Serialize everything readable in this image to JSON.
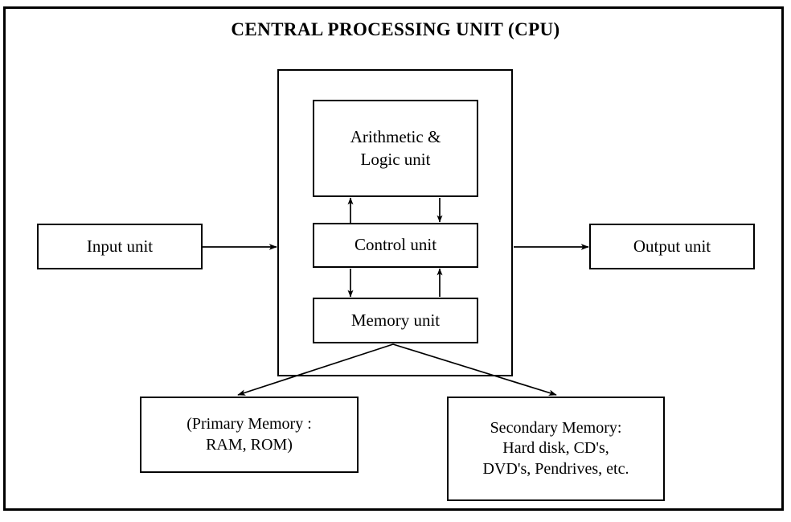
{
  "diagram": {
    "title": "CENTRAL PROCESSING UNIT (CPU)",
    "type": "block-diagram",
    "stroke_color": "#000000",
    "background_color": "#ffffff",
    "nodes": {
      "cpu_container": {
        "label": "",
        "note": "unlabeled inner rectangle grouping ALU, Control unit and Memory unit"
      },
      "alu": {
        "label": "Arithmetic &\nLogic unit"
      },
      "control_unit": {
        "label": "Control unit"
      },
      "memory_unit": {
        "label": "Memory unit"
      },
      "input_unit": {
        "label": "Input unit"
      },
      "output_unit": {
        "label": "Output unit"
      },
      "primary_memory": {
        "label": "(Primary Memory :\nRAM, ROM)"
      },
      "secondary_memory": {
        "label": "Secondary Memory:\nHard disk, CD's,\nDVD's, Pendrives, etc."
      }
    },
    "edges": [
      {
        "name": "input-to-cpu",
        "from": "input_unit",
        "to": "cpu_container",
        "direction": "right",
        "arrowheads": "end"
      },
      {
        "name": "cpu-to-output",
        "from": "cpu_container",
        "to": "output_unit",
        "direction": "right",
        "arrowheads": "end"
      },
      {
        "name": "control-to-alu",
        "from": "control_unit",
        "to": "alu",
        "direction": "up",
        "arrowheads": "end"
      },
      {
        "name": "alu-to-control",
        "from": "alu",
        "to": "control_unit",
        "direction": "down",
        "arrowheads": "end"
      },
      {
        "name": "control-to-memory",
        "from": "control_unit",
        "to": "memory_unit",
        "direction": "down",
        "arrowheads": "end"
      },
      {
        "name": "memory-to-control",
        "from": "memory_unit",
        "to": "control_unit",
        "direction": "up",
        "arrowheads": "end"
      },
      {
        "name": "memory-to-primary",
        "from": "memory_unit",
        "to": "primary_memory",
        "direction": "down-left",
        "arrowheads": "end"
      },
      {
        "name": "memory-to-secondary",
        "from": "memory_unit",
        "to": "secondary_memory",
        "direction": "down-right",
        "arrowheads": "end"
      }
    ]
  }
}
